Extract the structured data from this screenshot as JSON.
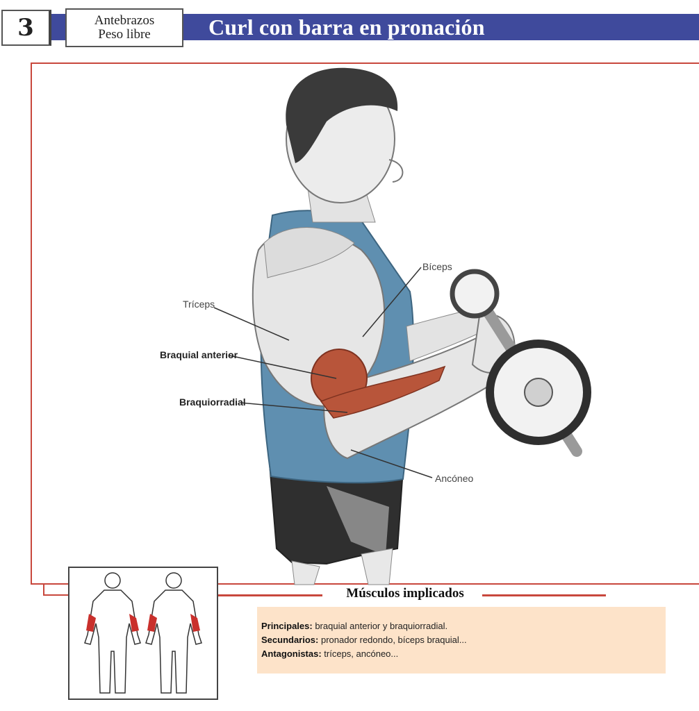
{
  "header": {
    "number": "3",
    "category_line1": "Antebrazos",
    "category_line2": "Peso libre",
    "title": "Curl con barra en pronación"
  },
  "illustration": {
    "labels": {
      "biceps": "Bíceps",
      "triceps": "Tríceps",
      "braquial_anterior": "Braquial anterior",
      "braquiorradial": "Braquiorradial",
      "anconeo": "Ancóneo"
    }
  },
  "muscles": {
    "section_title": "Músculos implicados",
    "principales_label": "Principales:",
    "principales_text": " braquial anterior y braquiorradial.",
    "secundarios_label": "Secundarios:",
    "secundarios_text": " pronador redondo, bíceps braquial...",
    "antagonistas_label": "Antagonistas:",
    "antagonistas_text": " tríceps, ancóneo..."
  },
  "colors": {
    "title_bar": "#3f4a9c",
    "frame": "#c8473c",
    "muscle_highlight": "#b8553a",
    "info_box": "#fde3c9",
    "tank_top": "#5f8fb0"
  }
}
